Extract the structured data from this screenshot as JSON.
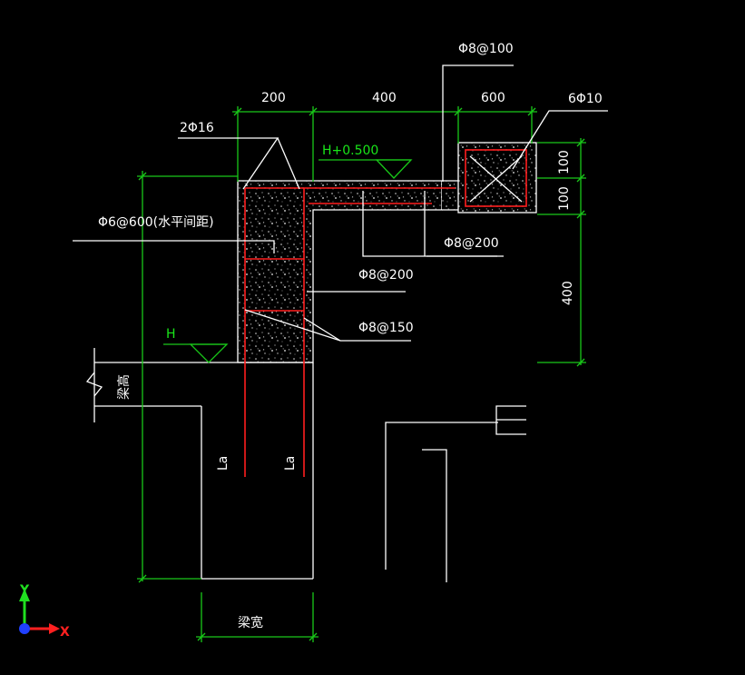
{
  "colors": {
    "background": "#000000",
    "line": "#ffffff",
    "dimension": "#19c819",
    "rebar": "#ff1e1e",
    "axis_x": "#ff2020",
    "axis_y": "#20e020",
    "origin": "#2040ff"
  },
  "dimensions": {
    "top_200": "200",
    "top_400": "400",
    "top_600": "600",
    "right_100_a": "100",
    "right_100_b": "100",
    "right_400": "400",
    "beam_width": "梁宽",
    "beam_height": "梁高"
  },
  "labels": {
    "bar_top_right": "Φ8@100",
    "bar_corner": "6Φ10",
    "bar_2_16": "2Φ16",
    "bar_horizontal": "Φ6@600(水平间距)",
    "bar_stirrup_right": "Φ8@200",
    "bar_mid": "Φ8@200",
    "bar_lower": "Φ8@150",
    "anchor_left": "La",
    "anchor_right": "La"
  },
  "elevations": {
    "top": "H+0.500",
    "bottom": "H"
  },
  "axes": {
    "y": "Y",
    "x": "X"
  }
}
